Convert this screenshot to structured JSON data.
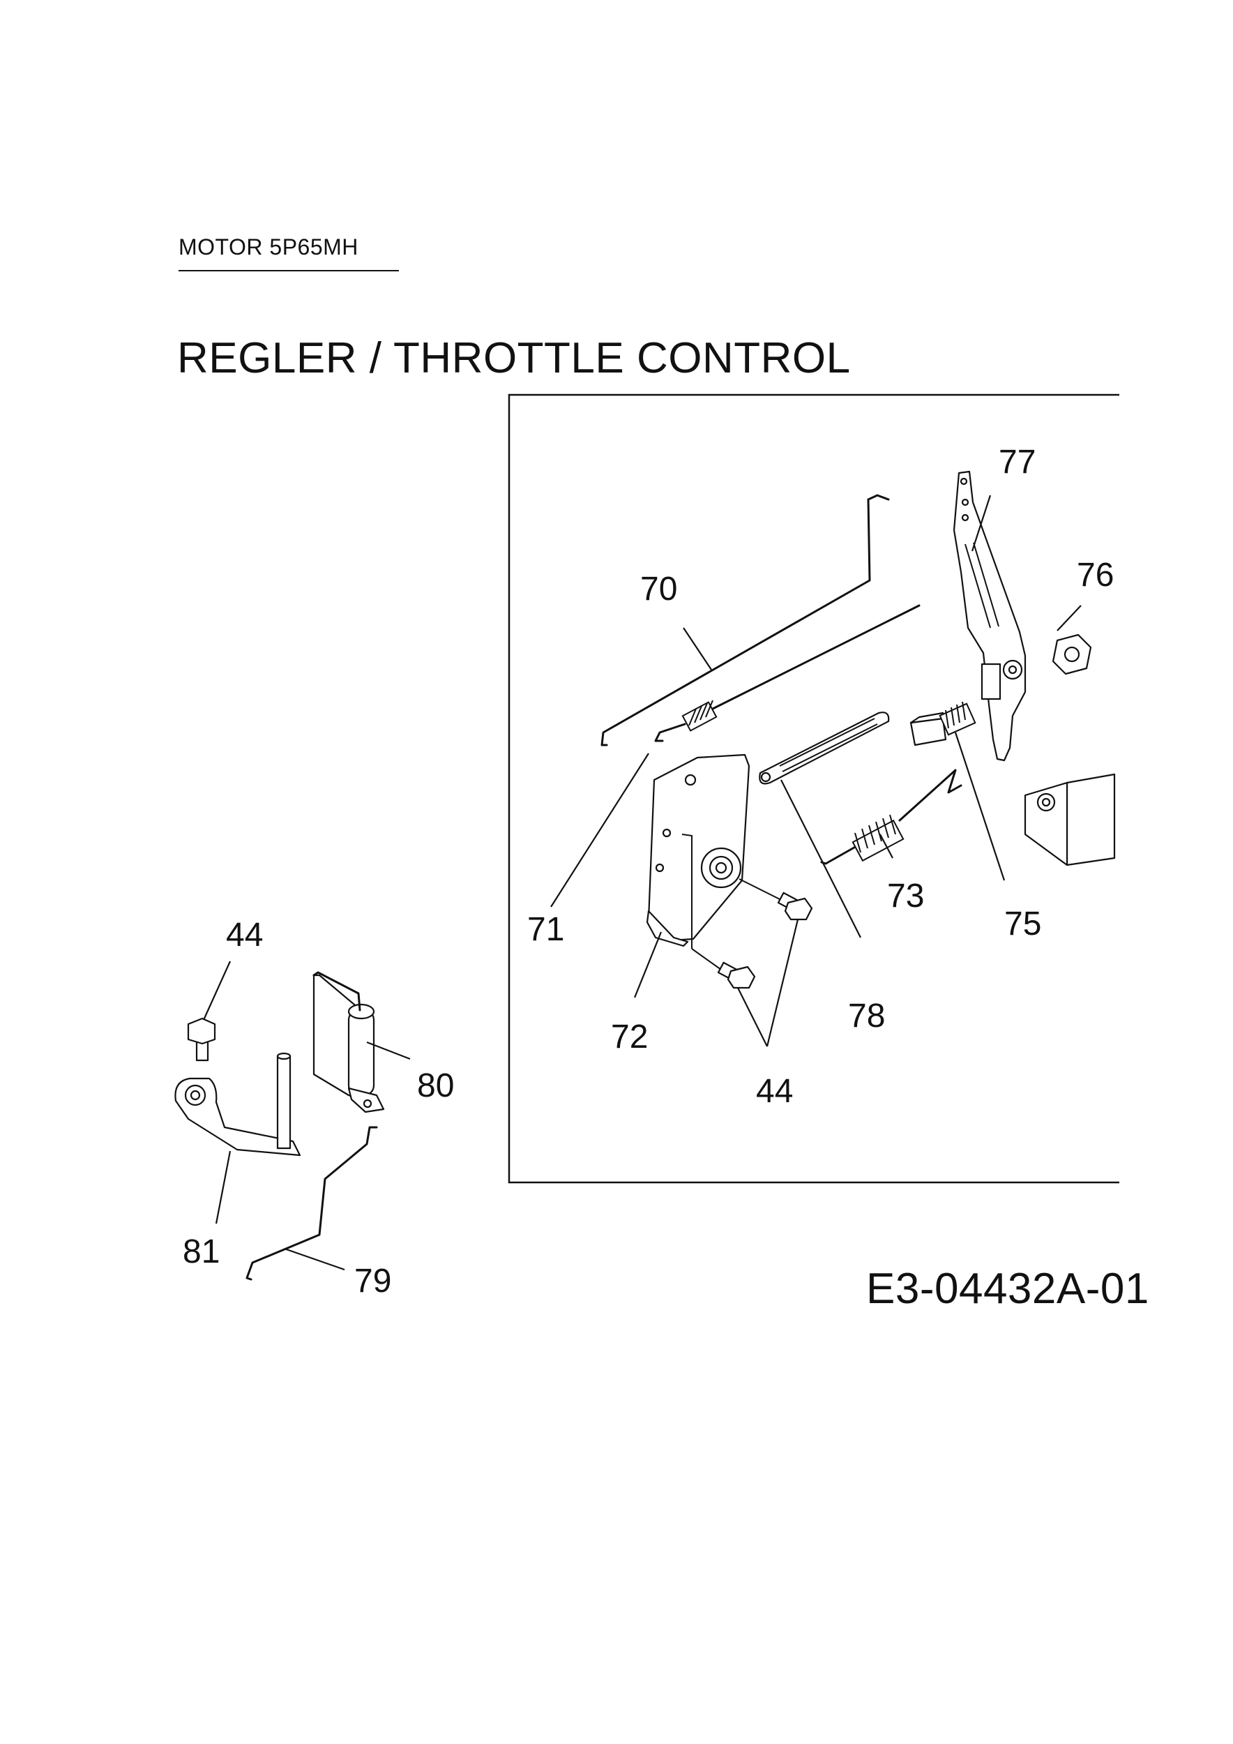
{
  "header": {
    "model_label": "MOTOR  5P65MH"
  },
  "title": "REGLER / THROTTLE CONTROL",
  "drawing_number": "E3-04432A-01",
  "callouts": {
    "c70": "70",
    "c71": "71",
    "c72": "72",
    "c73": "73",
    "c75": "75",
    "c76": "76",
    "c77": "77",
    "c78": "78",
    "c44a": "44",
    "c44b": "44",
    "c79": "79",
    "c80": "80",
    "c81": "81"
  }
}
